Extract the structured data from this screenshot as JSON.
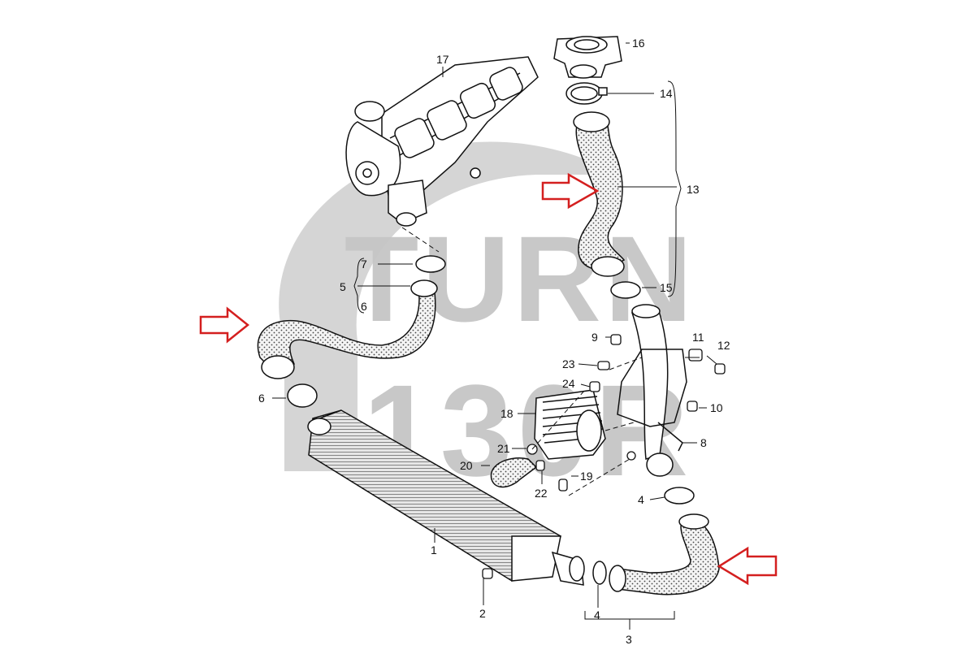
{
  "diagram": {
    "watermark": {
      "line1": "TURN",
      "line2": "130R",
      "color": "#c8c8c8"
    },
    "arrow_color": "#d41f1f",
    "parts": [
      {
        "id": "p1",
        "text": "1"
      },
      {
        "id": "p2",
        "text": "2"
      },
      {
        "id": "p3",
        "text": "3"
      },
      {
        "id": "p4a",
        "text": "4"
      },
      {
        "id": "p4b",
        "text": "4"
      },
      {
        "id": "p5",
        "text": "5"
      },
      {
        "id": "p6a",
        "text": "6"
      },
      {
        "id": "p6b",
        "text": "6"
      },
      {
        "id": "p7",
        "text": "7"
      },
      {
        "id": "p8",
        "text": "8"
      },
      {
        "id": "p9",
        "text": "9"
      },
      {
        "id": "p10",
        "text": "10"
      },
      {
        "id": "p11",
        "text": "11"
      },
      {
        "id": "p12",
        "text": "12"
      },
      {
        "id": "p13",
        "text": "13"
      },
      {
        "id": "p14",
        "text": "14"
      },
      {
        "id": "p15",
        "text": "15"
      },
      {
        "id": "p16",
        "text": "16"
      },
      {
        "id": "p17",
        "text": "17"
      },
      {
        "id": "p18",
        "text": "18"
      },
      {
        "id": "p19",
        "text": "19"
      },
      {
        "id": "p20",
        "text": "20"
      },
      {
        "id": "p21",
        "text": "21"
      },
      {
        "id": "p22",
        "text": "22"
      },
      {
        "id": "p23",
        "text": "23"
      },
      {
        "id": "p24",
        "text": "24"
      }
    ]
  }
}
